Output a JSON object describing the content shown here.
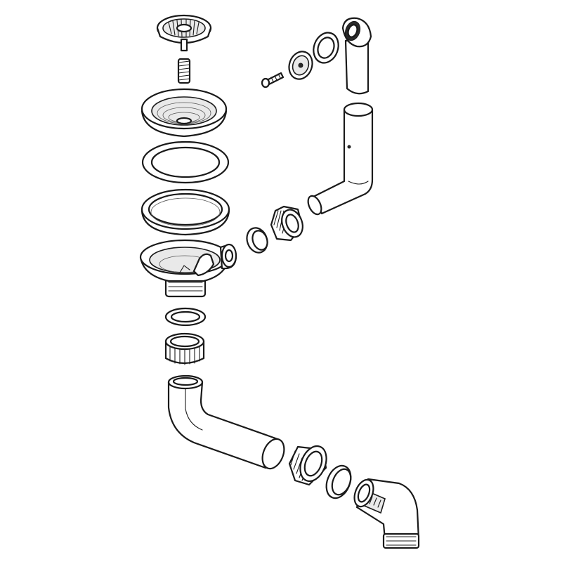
{
  "figure": {
    "background_color": "#ffffff",
    "line_color": "#1a1a1a",
    "style": "exploded line drawing",
    "parts": [
      "strainer-basket",
      "stem-spring",
      "strainer-flange",
      "flat-washer",
      "rubber-gasket",
      "sink-outlet-body",
      "outlet-washer",
      "outlet-nut",
      "bent-tail-pipe",
      "pipe-nut",
      "pipe-washer",
      "elbow-connector",
      "overflow-screw",
      "overflow-cover",
      "overflow-ring",
      "overflow-head-pipe",
      "overflow-tube",
      "overflow-nut",
      "overflow-washer"
    ]
  }
}
